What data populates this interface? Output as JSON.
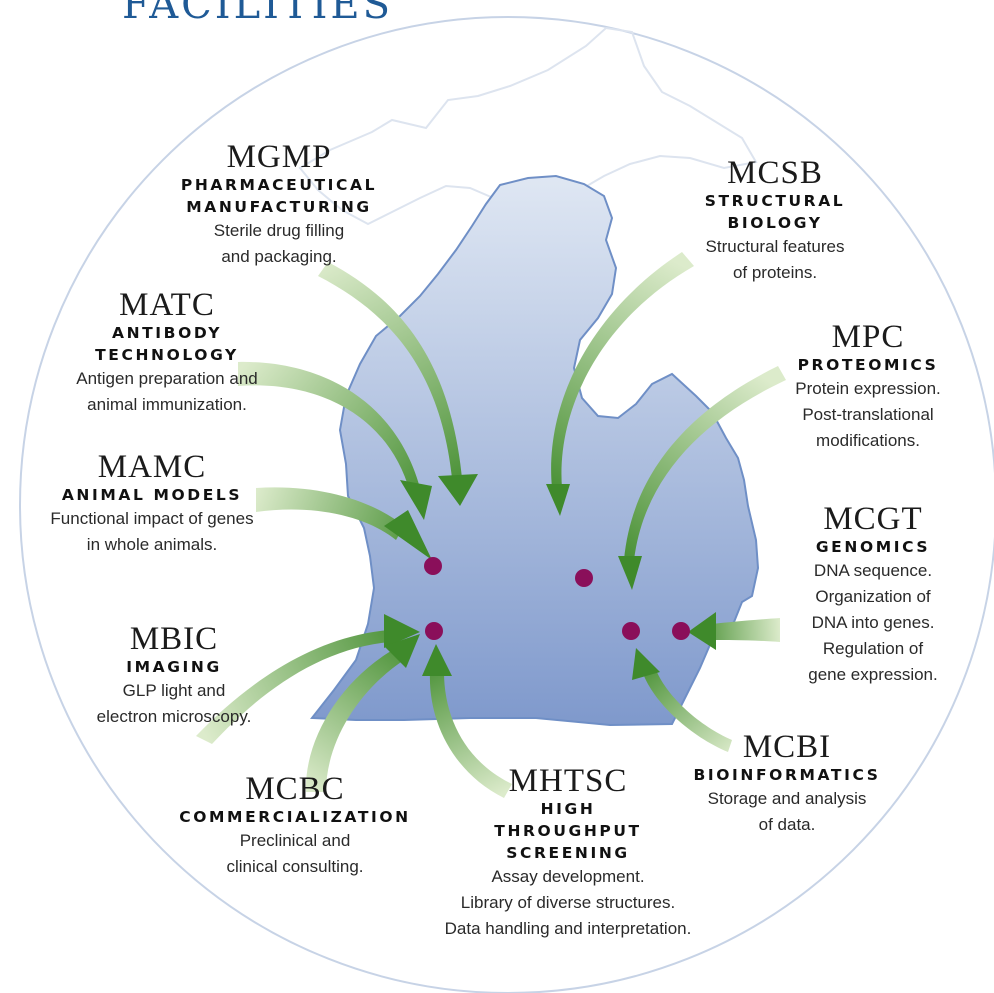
{
  "title": "FACILITIES",
  "colors": {
    "title": "#1f5a96",
    "circle_outline": "#c7d3e6",
    "state_fill_top": "#dfe7f3",
    "state_fill_bottom": "#7f99cc",
    "arrow_light": "#dcebcb",
    "arrow_dark": "#3f8a2b",
    "location_dot": "#8a0f5a"
  },
  "facilities": [
    {
      "code": "MGMP",
      "name_lines": [
        "PHARMACEUTICAL",
        "MANUFACTURING"
      ],
      "desc_lines": [
        "Sterile drug filling",
        "and packaging."
      ]
    },
    {
      "code": "MCSB",
      "name_lines": [
        "STRUCTURAL",
        "BIOLOGY"
      ],
      "desc_lines": [
        "Structural features",
        "of proteins."
      ]
    },
    {
      "code": "MATC",
      "name_lines": [
        "ANTIBODY",
        "TECHNOLOGY"
      ],
      "desc_lines": [
        "Antigen preparation and",
        "animal immunization."
      ]
    },
    {
      "code": "MPC",
      "name_lines": [
        "PROTEOMICS"
      ],
      "desc_lines": [
        "Protein expression.",
        "Post-translational",
        "modifications."
      ]
    },
    {
      "code": "MAMC",
      "name_lines": [
        "ANIMAL MODELS"
      ],
      "desc_lines": [
        "Functional impact of genes",
        "in whole animals."
      ]
    },
    {
      "code": "MCGT",
      "name_lines": [
        "GENOMICS"
      ],
      "desc_lines": [
        "DNA sequence.",
        "Organization of",
        "DNA into genes.",
        "Regulation of",
        "gene expression."
      ]
    },
    {
      "code": "MBIC",
      "name_lines": [
        "IMAGING"
      ],
      "desc_lines": [
        "GLP light and",
        "electron microscopy."
      ]
    },
    {
      "code": "MCBI",
      "name_lines": [
        "BIOINFORMATICS"
      ],
      "desc_lines": [
        "Storage and analysis",
        "of data."
      ]
    },
    {
      "code": "MCBC",
      "name_lines": [
        "COMMERCIALIZATION"
      ],
      "desc_lines": [
        "Preclinical and",
        "clinical consulting."
      ]
    },
    {
      "code": "MHTSC",
      "name_lines": [
        "HIGH",
        "THROUGHPUT",
        "SCREENING"
      ],
      "desc_lines": [
        "Assay development.",
        "Library of diverse structures.",
        "Data handling and interpretation."
      ]
    }
  ]
}
